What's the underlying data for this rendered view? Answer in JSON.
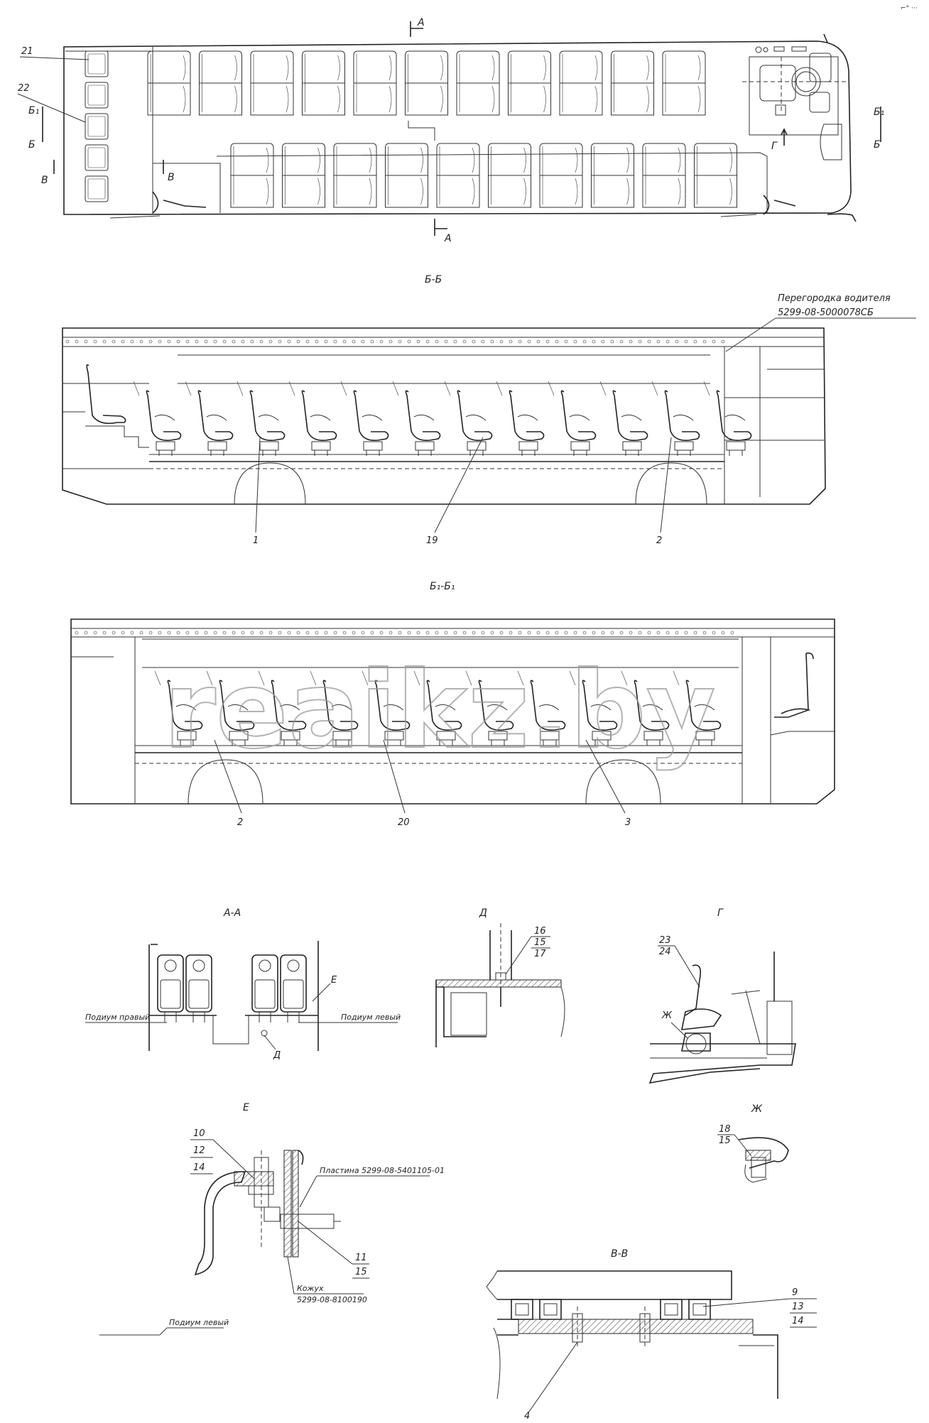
{
  "corner_mark": "⌐° ···",
  "plan": {
    "callouts": [
      "21",
      "22"
    ],
    "section_marks": {
      "a": "А",
      "b": "Б",
      "b1": "Б₁",
      "v": "В",
      "g": "Г"
    },
    "top_row_seat_pairs": 11,
    "bottom_row_seat_pairs": 10,
    "rear_seats": 5
  },
  "section_bb": {
    "title": "Б-Б",
    "partition_label": "Перегородка водителя",
    "partition_code": "5299-08-5000078СБ",
    "callouts": [
      "1",
      "19",
      "2"
    ],
    "seats": 12
  },
  "section_b1b1": {
    "title": "Б₁-Б₁",
    "callouts": [
      "2",
      "20",
      "3"
    ],
    "seats": 11
  },
  "watermark": "reaikz.by",
  "detail_aa": {
    "title": "А-А",
    "label_right": "Подиум правый",
    "label_left": "Подиум левый",
    "marker_e": "Е",
    "marker_d": "Д"
  },
  "detail_d": {
    "title": "Д",
    "callouts": [
      "16",
      "15",
      "17"
    ]
  },
  "detail_g": {
    "title": "Г",
    "callouts": [
      "23",
      "24"
    ],
    "marker_zh": "Ж"
  },
  "detail_e": {
    "title": "Е",
    "callouts_left": [
      "10",
      "12",
      "14"
    ],
    "plate_label": "Пластина 5299-08-5401105-01",
    "callouts_right": [
      "11",
      "15"
    ],
    "casing_label": "Кожух",
    "casing_code": "5299-08-8100190",
    "podium_label": "Подиум левый"
  },
  "detail_zh": {
    "title": "Ж",
    "callouts": [
      "18",
      "15"
    ]
  },
  "detail_vv": {
    "title": "В-В",
    "callouts_right": [
      "9",
      "13",
      "14"
    ],
    "callout_bottom": "4"
  }
}
